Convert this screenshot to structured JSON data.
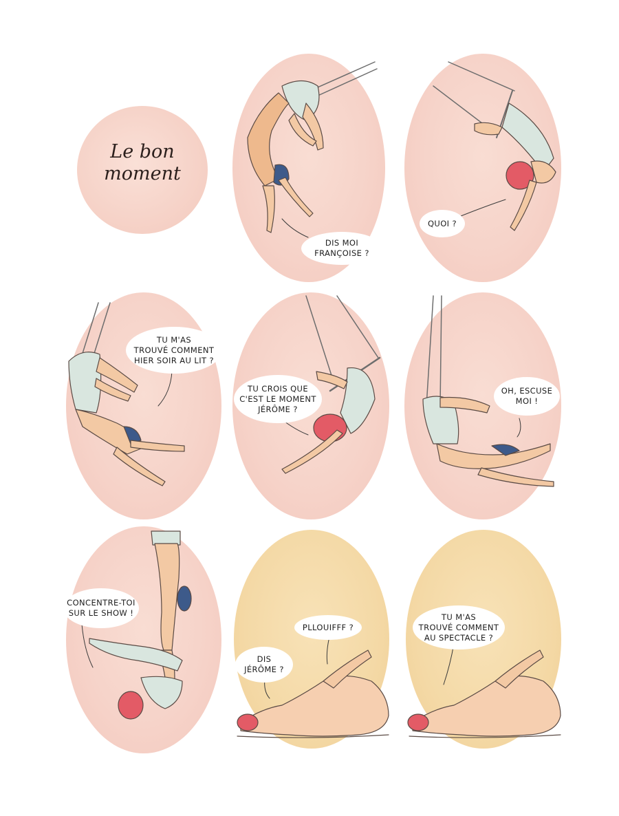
{
  "title": "Le bon\nmoment",
  "colors": {
    "panel_pink": "#f6d3c9",
    "panel_yellow": "#f4d9a6",
    "skin": "#f3c9a4",
    "hair": "#e35b66",
    "leotard": "#d9e6df",
    "shorts": "#3d5a8a"
  },
  "bubbles": {
    "p1": "DIS MOI\nFRANÇOISE ?",
    "p2": "QUOI ?",
    "p3": "TU M'AS\nTROUVÉ COMMENT\nHIER SOIR AU LIT ?",
    "p4": "TU CROIS QUE\nC'EST LE MOMENT\nJÉRÔME ?",
    "p5": "OH, ESCUSE\nMOI !",
    "p6": "CONCENTRE-TOI\nSUR LE SHOW !",
    "p7a": "PLLOUIFFF ?",
    "p7b": "DIS\nJÉRÔME ?",
    "p8": "TU M'AS\nTROUVÉ COMMENT\nAU SPECTACLE ?"
  }
}
